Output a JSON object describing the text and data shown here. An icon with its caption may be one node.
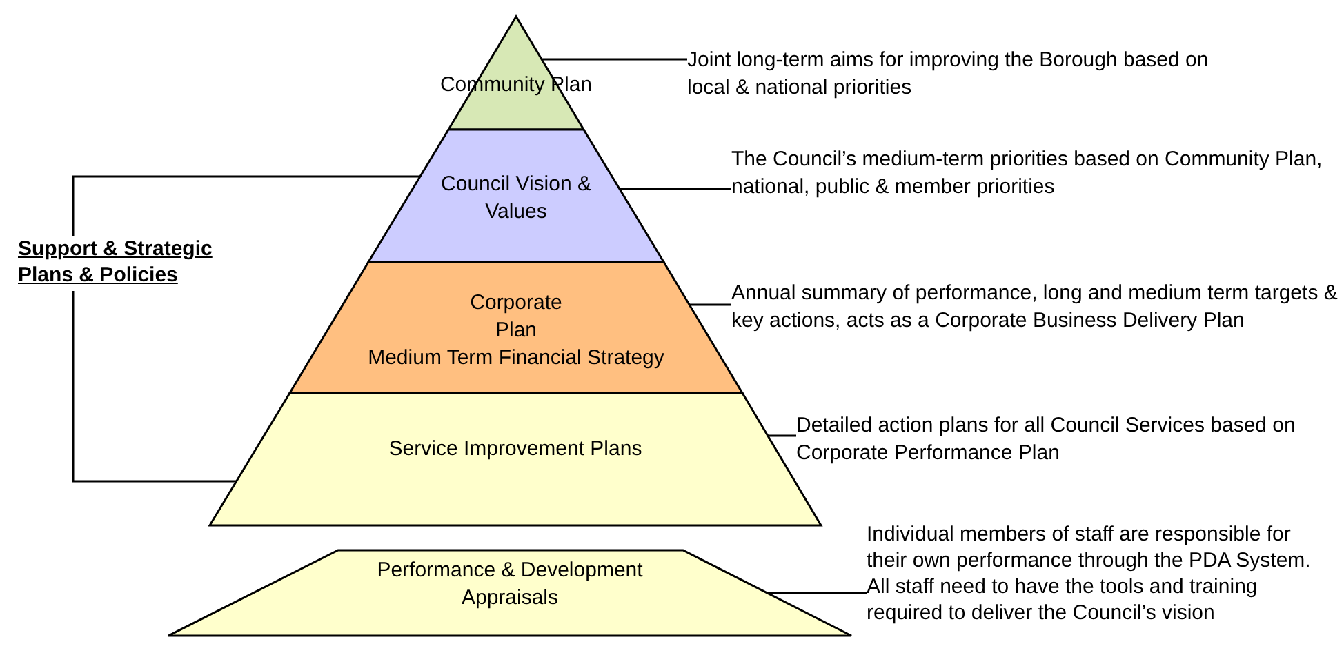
{
  "diagram": {
    "nodes": [
      {
        "text": [
          "Community Plan"
        ]
      },
      {
        "text": [
          "Council Vision & Values"
        ]
      },
      {
        "text": [
          "Corporate Plan",
          "Medium Term Financial Strategy"
        ]
      },
      {
        "text": [
          "Service Improvement Plans"
        ]
      },
      {
        "text": [
          "Performance & Development Appraisals"
        ]
      },
      {
        "text": [
          "Support & Strategic Plans & Policies"
        ]
      },
      {
        "text": [
          "Joint long-term aims for improving the Borough based on local & national priorities"
        ]
      },
      {
        "text": [
          "The Council’s medium-term priorities based on Community Plan, national, public & member priorities"
        ]
      },
      {
        "text": [
          "Annual summary of performance, long and medium term targets & key actions, acts as a Corporate Business Delivery Plan"
        ]
      },
      {
        "text": [
          "Detailed action plans for all Council Services based on Corporate Performance Plan"
        ]
      },
      {
        "text": [
          "Individual members of staff are responsible for their own performance through the PDA System. All staff need to have the tools and training required to deliver the Council’s vision"
        ]
      }
    ],
    "edges": [
      {
        "from": 6,
        "to": 0,
        "arrow": "none"
      },
      {
        "from": 7,
        "to": 1,
        "arrow": "none"
      },
      {
        "from": 8,
        "to": 2,
        "arrow": "none"
      },
      {
        "from": 9,
        "to": 3,
        "arrow": "none"
      },
      {
        "from": 10,
        "to": 4,
        "arrow": "none"
      },
      {
        "from": 5,
        "to": 1,
        "arrow": "none"
      },
      {
        "from": 5,
        "to": 3,
        "arrow": "none"
      }
    ]
  }
}
